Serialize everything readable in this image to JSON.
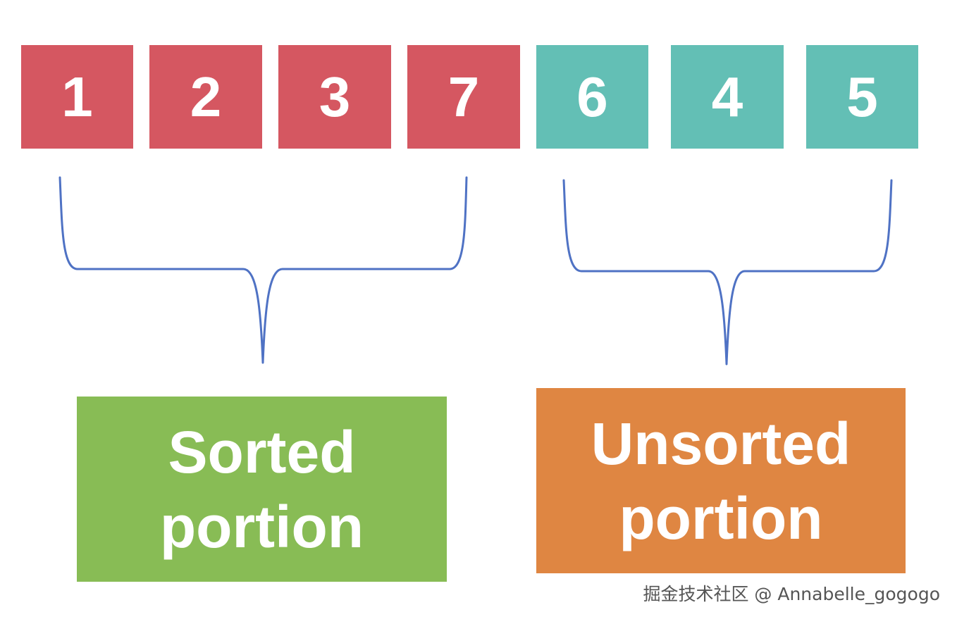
{
  "array": {
    "cells": [
      {
        "value": "1",
        "group": "sorted"
      },
      {
        "value": "2",
        "group": "sorted"
      },
      {
        "value": "3",
        "group": "sorted"
      },
      {
        "value": "7",
        "group": "sorted"
      },
      {
        "value": "6",
        "group": "unsorted"
      },
      {
        "value": "4",
        "group": "unsorted"
      },
      {
        "value": "5",
        "group": "unsorted"
      }
    ]
  },
  "labels": {
    "sorted": {
      "line1": "Sorted",
      "line2": "portion"
    },
    "unsorted": {
      "line1": "Unsorted",
      "line2": "portion"
    }
  },
  "watermark": "掘金技术社区 @ Annabelle_gogogo",
  "colors": {
    "sorted_cell": "#d55761",
    "unsorted_cell": "#63bfb5",
    "sorted_label": "#88bc55",
    "unsorted_label": "#df8642",
    "brace": "#4f72c4"
  }
}
